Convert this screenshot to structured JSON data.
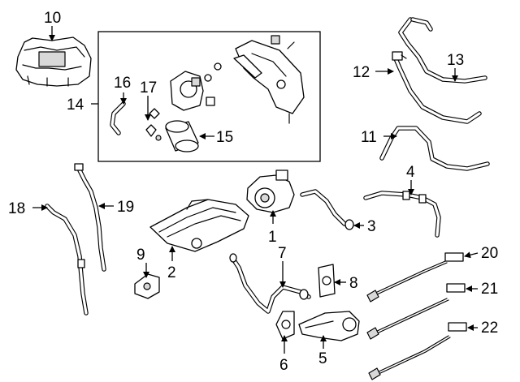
{
  "callouts": {
    "c1": "1",
    "c2": "2",
    "c3": "3",
    "c4": "4",
    "c5": "5",
    "c6": "6",
    "c7": "7",
    "c8": "8",
    "c9": "9",
    "c10": "10",
    "c11": "11",
    "c12": "12",
    "c13": "13",
    "c14": "14",
    "c15": "15",
    "c16": "16",
    "c17": "17",
    "c18": "18",
    "c19": "19",
    "c20": "20",
    "c21": "21",
    "c22": "22"
  },
  "colors": {
    "line": "#000000",
    "background": "#ffffff",
    "shade": "#d8d8d8"
  }
}
